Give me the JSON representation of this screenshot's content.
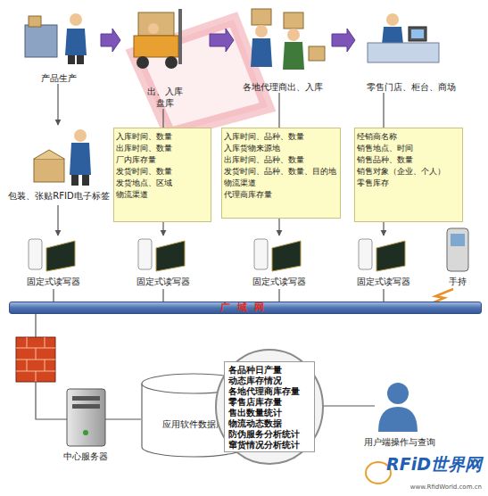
{
  "diagram": {
    "nodes": [
      {
        "text": [
          "产品生产"
        ]
      },
      {
        "text": [
          "出、入库 盘库"
        ]
      },
      {
        "text": [
          "各地代理商出、入库"
        ]
      },
      {
        "text": [
          "零售门店、柜台、商场"
        ]
      },
      {
        "text": [
          "入库时间、数量",
          "出库时间、数量",
          "厂内库存量",
          "发货时间、数量",
          "发货地点、区域",
          "物流渠道"
        ]
      },
      {
        "text": [
          "入库时间、品种、数量",
          "入库货物来源地",
          "出库时间、品种、数量",
          "发货时间、品种、数量、目的地",
          "物流渠道",
          "代理商库存量"
        ]
      },
      {
        "text": [
          "经销商名称",
          "销售地点、时间",
          "销售品种、数量",
          "销售对象（企业、个人）",
          "零售库存"
        ]
      },
      {
        "text": [
          "广域网"
        ]
      },
      {
        "text": [
          "应用软件数据库"
        ]
      },
      {
        "text": [
          "各品种日产量",
          "动态库存情况",
          "各地代理商库存量",
          "零售店库存量",
          "售出数量统计",
          "物流动态数据",
          "防伪服务分析统计",
          "窜货情况分析统计"
        ]
      }
    ],
    "edges": [
      {
        "from": 0,
        "to": 1,
        "arrow": "to"
      },
      {
        "from": 1,
        "to": 2,
        "arrow": "to"
      },
      {
        "from": 2,
        "to": 3,
        "arrow": "to"
      },
      {
        "from": 1,
        "to": 4,
        "arrow": "none"
      },
      {
        "from": 2,
        "to": 5,
        "arrow": "none"
      },
      {
        "from": 3,
        "to": 6,
        "arrow": "none"
      }
    ],
    "labels": [
      "包装、张贴RFID电子标签",
      "固定式读写器",
      "固定式读写器",
      "固定式读写器",
      "固定式读写器",
      "手持",
      "中心服务器",
      "用户端操作与查询",
      "RFiD世界网",
      "www.RfidWorld.com.cn"
    ]
  }
}
